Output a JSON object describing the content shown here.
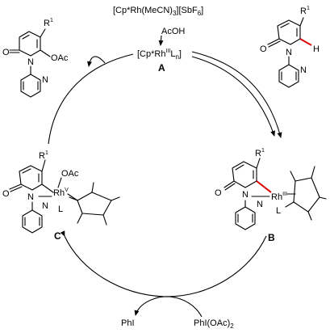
{
  "catalyst": {
    "precursor": "[Cp*Rh(MeCN)",
    "precursor_sub": "3",
    "precursor_tail": "][SbF",
    "precursor_sub2": "6",
    "precursor_end": "]",
    "additive": "AcOH",
    "species_prefix": "[Cp*Rh",
    "species_ox": "III",
    "species_ligand": "L",
    "species_sub": "n",
    "species_end": "]",
    "label": "A"
  },
  "substrate": {
    "r_group": "R",
    "r_sup": "1",
    "oxygen": "O",
    "nitrogen": "N",
    "hydrogen": "H"
  },
  "intermediate_B": {
    "r_group": "R",
    "r_sup": "1",
    "oxygen": "O",
    "nitrogen": "N",
    "metal": "Rh",
    "metal_ox": "III",
    "ligand": "L",
    "label": "B"
  },
  "intermediate_C": {
    "r_group": "R",
    "r_sup": "1",
    "oxygen": "O",
    "nitrogen": "N",
    "metal": "Rh",
    "metal_ox": "V",
    "ligand": "L",
    "acetate": "OAc",
    "label": "C"
  },
  "product": {
    "r_group": "R",
    "r_sup": "1",
    "oxygen": "O",
    "nitrogen": "N",
    "acetate": "OAc"
  },
  "oxidant": {
    "reagent_prefix": "PhI(OAc)",
    "reagent_sub": "2",
    "byproduct": "PhI"
  }
}
